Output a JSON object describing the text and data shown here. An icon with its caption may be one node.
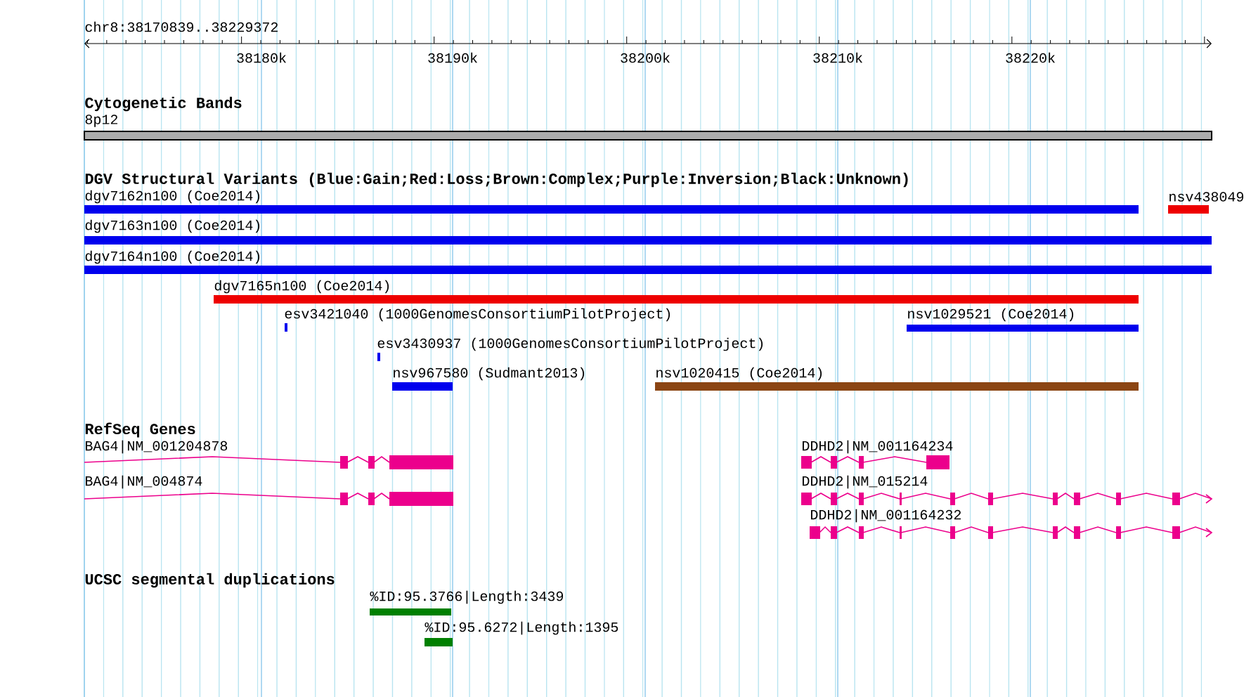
{
  "diagram": {
    "labels": [
      "chr8:38170839..38229372",
      "38180k",
      "38190k",
      "38200k",
      "38210k",
      "38220k",
      "Cytogenetic Bands",
      "8p12",
      "DGV Structural Variants (Blue:Gain;Red:Loss;Brown:Complex;Purple:Inversion;Black:Unknown)",
      "dgv7162n100 (Coe2014)",
      "nsv438049",
      "dgv7163n100 (Coe2014)",
      "dgv7164n100 (Coe2014)",
      "dgv7165n100 (Coe2014)",
      "esv3421040 (1000GenomesConsortiumPilotProject)",
      "nsv1029521 (Coe2014)",
      "esv3430937 (1000GenomesConsortiumPilotProject)",
      "nsv967580 (Sudmant2013)",
      "nsv1020415 (Coe2014)",
      "RefSeq Genes",
      "BAG4|NM_001204878",
      "DDHD2|NM_001164234",
      "BAG4|NM_004874",
      "DDHD2|NM_015214",
      "DDHD2|NM_001164232",
      "UCSC segmental duplications",
      "%ID:95.3766|Length:3439",
      "%ID:95.6272|Length:1395"
    ]
  }
}
